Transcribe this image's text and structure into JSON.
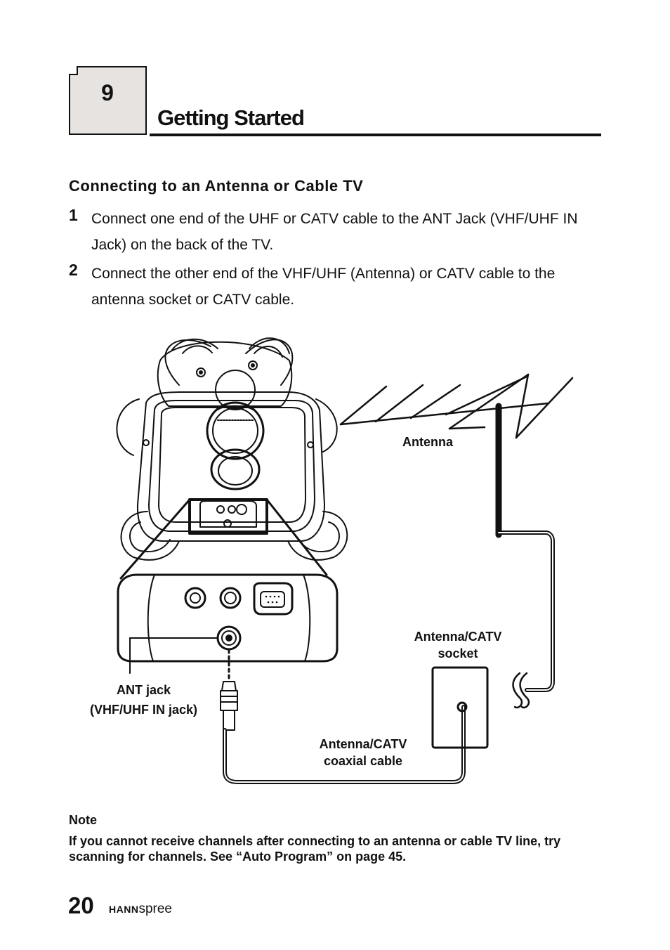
{
  "chapter": {
    "number": "9",
    "title": "Getting Started"
  },
  "section": {
    "heading": "Connecting to an Antenna or Cable TV"
  },
  "steps": [
    {
      "number": "1",
      "text": "Connect one end of the UHF or CATV cable to the ANT Jack (VHF/UHF IN Jack) on the back of the TV."
    },
    {
      "number": "2",
      "text": "Connect the other end of the VHF/UHF (Antenna) or CATV cable to the antenna socket or CATV cable."
    }
  ],
  "diagram": {
    "labels": {
      "antenna": "Antenna",
      "socket_line1": "Antenna/CATV",
      "socket_line2": "socket",
      "ant_jack_line1": "ANT jack",
      "ant_jack_line2": "(VHF/UHF IN jack)",
      "cable_line1": "Antenna/CATV",
      "cable_line2": "coaxial cable"
    }
  },
  "note": {
    "heading": "Note",
    "text": "If you cannot receive channels after connecting to an antenna or cable TV line, try scanning for channels. See “Auto Program” on page 45."
  },
  "footer": {
    "page_number": "20",
    "brand_bold": "HANN",
    "brand_light": "spree"
  }
}
